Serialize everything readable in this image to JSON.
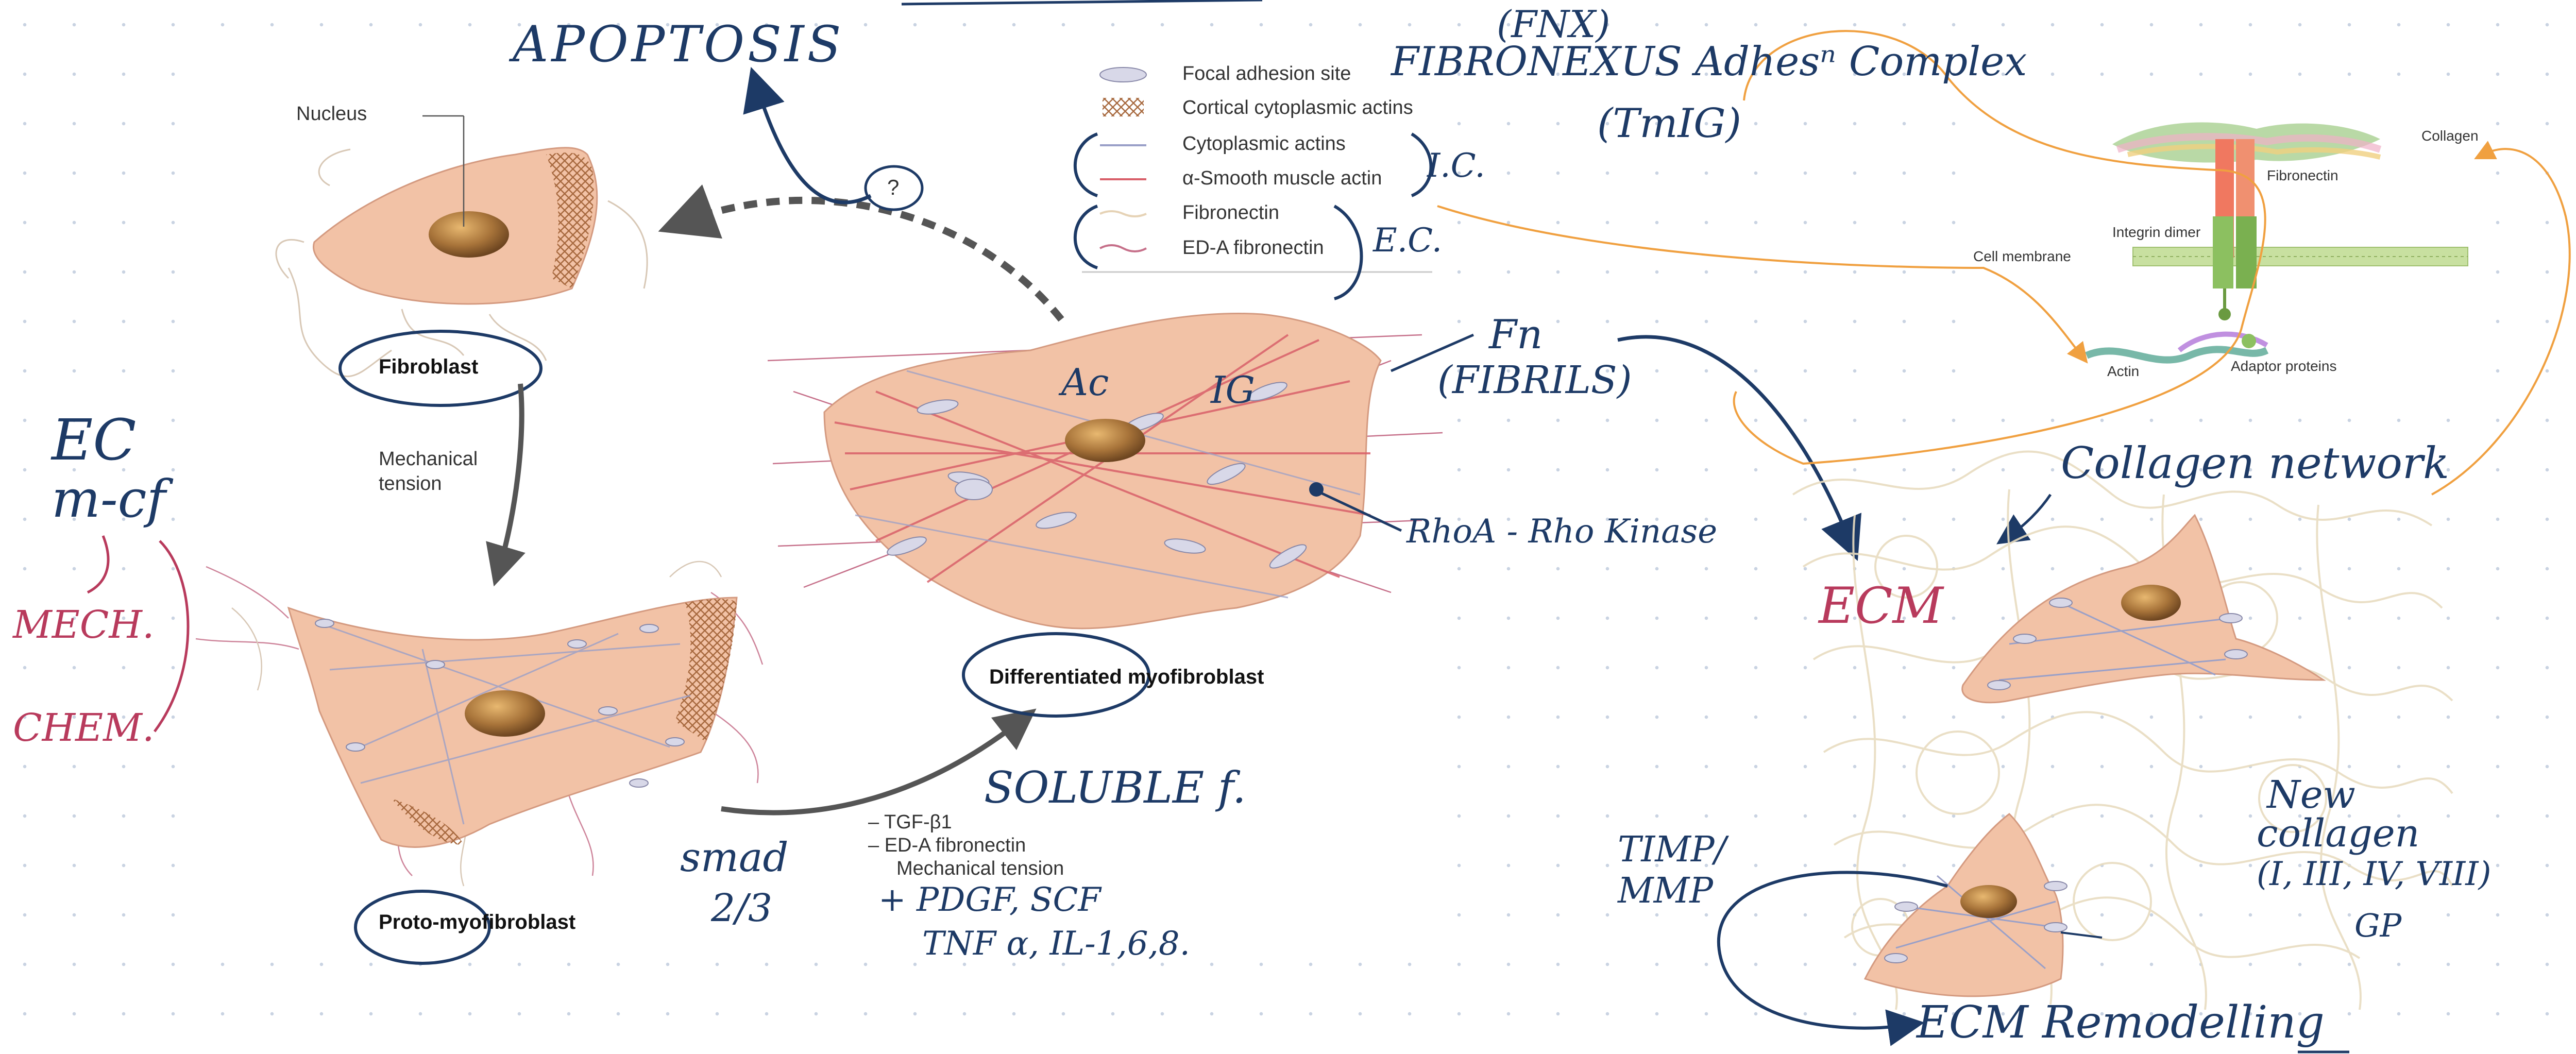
{
  "colors": {
    "ink_navy": "#1d3a66",
    "ink_maroon": "#b83a5c",
    "ink_orange": "#f0a040",
    "cell_body": "#f2c2a6",
    "nucleus": "#9a6a32",
    "alpha_sma": "#d9606a",
    "fibronectin": "#e6d3b6",
    "ed_a_fibronectin": "#c6708a",
    "focal_adhesion": "#c8c8dc"
  },
  "legend": {
    "items": [
      {
        "label": "Focal adhesion site",
        "icon": "ellipse-icon"
      },
      {
        "label": "Cortical cytoplasmic actins",
        "icon": "mesh-icon"
      },
      {
        "label": "Cytoplasmic actins",
        "icon": "line-icon"
      },
      {
        "label": "α-Smooth muscle actin",
        "icon": "line-icon"
      },
      {
        "label": "Fibronectin",
        "icon": "line-icon"
      },
      {
        "label": "ED-A fibronectin",
        "icon": "wavy-line-icon"
      }
    ],
    "groups": {
      "intracellular": "I.C.",
      "extracellular": "E.C."
    }
  },
  "cells": {
    "nucleus_label": "Nucleus",
    "fibroblast": "Fibroblast",
    "proto": "Proto-myofibroblast",
    "differentiated": "Differentiated myofibroblast",
    "question": "?"
  },
  "steps": {
    "mechanical_line1": "Mechanical",
    "mechanical_line2": "tension",
    "factors": [
      "– TGF-β1",
      "– ED-A fibronectin",
      "Mechanical tension"
    ]
  },
  "annotations": {
    "apoptosis": "APOPTOSIS",
    "fnx": "(FNX)",
    "complex": "FIBRONEXUS Adhesⁿ Complex",
    "tmig": "(TmIG)",
    "ac": "Ac",
    "ig": "IG",
    "fn": "Fn",
    "fibrils": "(FIBRILS)",
    "rho": "RhoA - Rho Kinase",
    "ec": "EC",
    "mcf": "m-cf",
    "mech": "MECH.",
    "chem": "CHEM.",
    "soluble": "SOLUBLE f.",
    "smad": "smad",
    "smad_num": "2/3",
    "pdgf": "+ PDGF, SCF",
    "tnf": "TNF α, IL-1,6,8.",
    "collagen_network": "Collagen network",
    "ecm": "ECM",
    "timp1": "TIMP/",
    "timp2": "MMP",
    "new_collagen_1": "New",
    "new_collagen_2": "collagen",
    "new_collagen_3": "(I, III, IV, VIII)",
    "gp": "GP",
    "remodelling": "ECM Remodelling"
  },
  "integrin_diagram": {
    "collagen": "Collagen",
    "fibronectin": "Fibronectin",
    "integrin_dimer": "Integrin dimer",
    "cell_membrane": "Cell membrane",
    "actin": "Actin",
    "adaptor_proteins": "Adaptor proteins"
  }
}
